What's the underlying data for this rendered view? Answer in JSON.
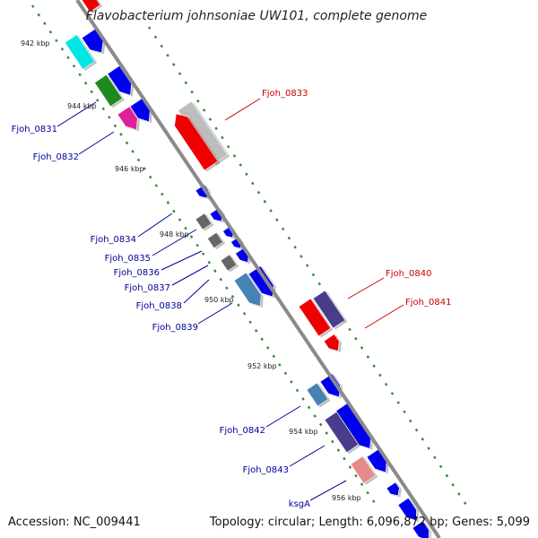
{
  "title": "Flavobacterium johnsoniae UW101, complete genome",
  "footer": {
    "accession": "Accession: NC_009441",
    "topology": "Topology: circular; Length: 6,096,872 bp; Genes: 5,099"
  },
  "colors": {
    "backbone": "#8a8a8a",
    "tick_dots": "#2e8b2e",
    "label_forward": "#000099",
    "label_reverse": "#cc0000",
    "gene_blue": "#0000ee",
    "gene_red": "#ee0000",
    "gene_gray": "#666666",
    "gene_light_gray": "#bdbdbd",
    "gene_cyan": "#00e5e5",
    "gene_green": "#1e8a1e",
    "gene_magenta": "#e0209a",
    "gene_steelblue": "#4682b4",
    "gene_slate": "#483d8b",
    "gene_pink": "#e58a8a"
  },
  "kbp_ticks": [
    "942 kbp",
    "944 kbp",
    "946 kbp",
    "948 kbp",
    "950 kbp",
    "952 kbp",
    "954 kbp",
    "956 kbp"
  ],
  "gene_labels": [
    {
      "text": "Fjoh_0831",
      "strand": "forward"
    },
    {
      "text": "Fjoh_0832",
      "strand": "forward"
    },
    {
      "text": "Fjoh_0833",
      "strand": "reverse"
    },
    {
      "text": "Fjoh_0834",
      "strand": "forward"
    },
    {
      "text": "Fjoh_0835",
      "strand": "forward"
    },
    {
      "text": "Fjoh_0836",
      "strand": "forward"
    },
    {
      "text": "Fjoh_0837",
      "strand": "forward"
    },
    {
      "text": "Fjoh_0838",
      "strand": "forward"
    },
    {
      "text": "Fjoh_0839",
      "strand": "forward"
    },
    {
      "text": "Fjoh_0840",
      "strand": "reverse"
    },
    {
      "text": "Fjoh_0841",
      "strand": "reverse"
    },
    {
      "text": "Fjoh_0842",
      "strand": "forward"
    },
    {
      "text": "Fjoh_0843",
      "strand": "forward"
    },
    {
      "text": "ksgA",
      "strand": "forward"
    }
  ]
}
